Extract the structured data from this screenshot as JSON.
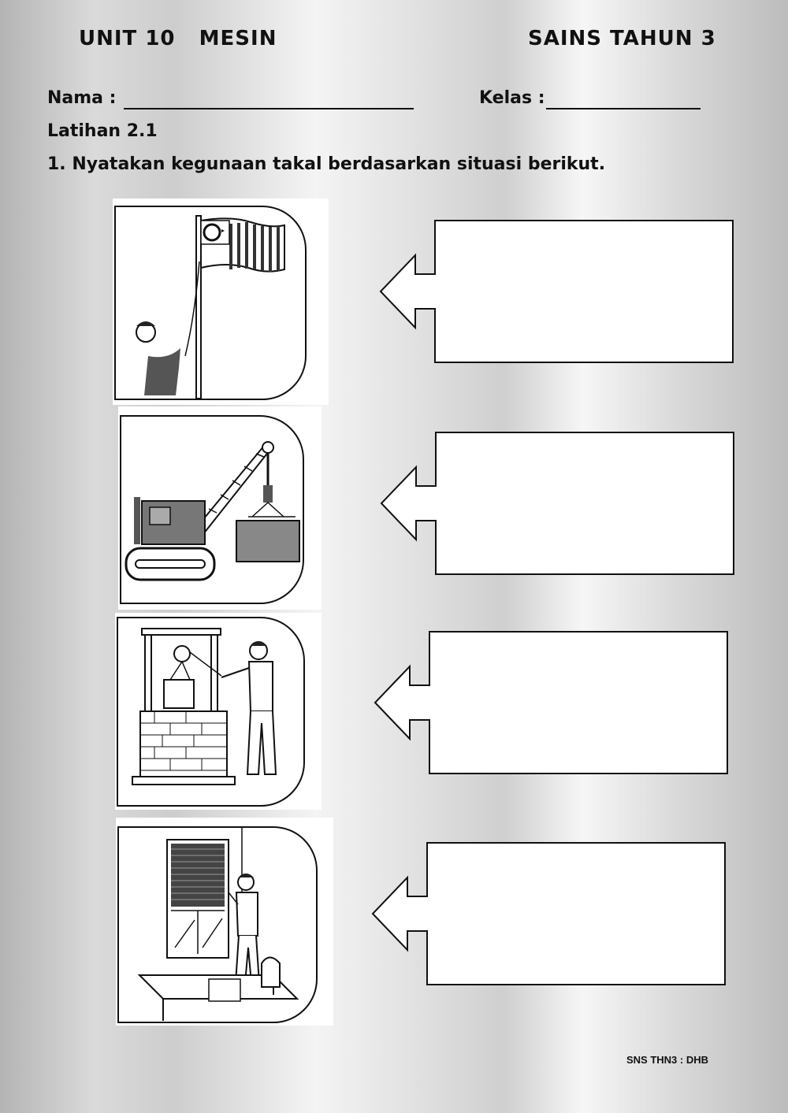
{
  "header": {
    "unit": "UNIT 10   MESIN",
    "subject": "SAINS TAHUN 3"
  },
  "form": {
    "nama_label": "Nama :",
    "kelas_label": "Kelas :"
  },
  "exercise": {
    "title": "Latihan 2.1",
    "question": "1. Nyatakan kegunaan takal berdasarkan situasi berikut."
  },
  "items": [
    {
      "illustration": "flag-pole-pulley-icon",
      "answer": ""
    },
    {
      "illustration": "crane-pulley-icon",
      "answer": ""
    },
    {
      "illustration": "well-pulley-icon",
      "answer": ""
    },
    {
      "illustration": "window-blind-pulley-icon",
      "answer": ""
    }
  ],
  "footer": {
    "code": "SNS THN3 : DHB"
  }
}
